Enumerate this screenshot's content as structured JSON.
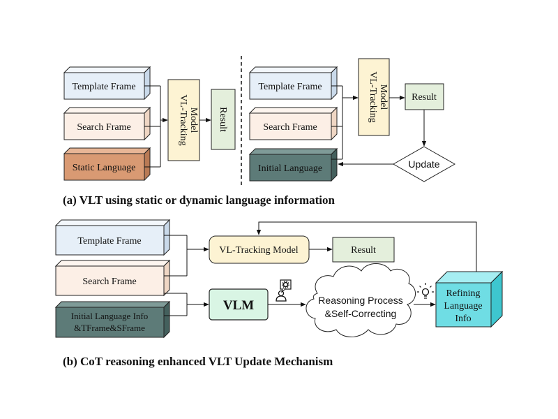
{
  "part_a": {
    "left": {
      "template_frame": "Template Frame",
      "search_frame": "Search Frame",
      "static_language": "Static Language",
      "model_line1": "VL-Tracking",
      "model_line2": "Model",
      "result": "Result"
    },
    "right": {
      "template_frame": "Template Frame",
      "search_frame": "Search Frame",
      "initial_language": "Initial Language",
      "model_line1": "VL-Tracking",
      "model_line2": "Model",
      "result": "Result",
      "update": "Update"
    },
    "caption": "(a) VLT using static  or dynamic language information"
  },
  "part_b": {
    "template_frame": "Template Frame",
    "search_frame": "Search Frame",
    "initial_language_line1": "Initial Language Info",
    "initial_language_line2": "&TFrame&SFrame",
    "vl_tracking_model": "VL-Tracking Model",
    "result": "Result",
    "vlm": "VLM",
    "reasoning_line1": "Reasoning Process",
    "reasoning_line2": "&Self-Correcting",
    "refining_line1": "Refining",
    "refining_line2": "Language",
    "refining_line3": "Info",
    "caption": "(b) CoT reasoning enhanced VLT Update Mechanism"
  },
  "colors": {
    "template_frame": "#e6eff8",
    "search_frame": "#fcefe6",
    "static_language": "#d99a73",
    "initial_language": "#5d7b78",
    "model": "#fdf3d3",
    "result": "#e4efdc",
    "vlm": "#d9f5e4",
    "refining": "#6fdde4"
  }
}
